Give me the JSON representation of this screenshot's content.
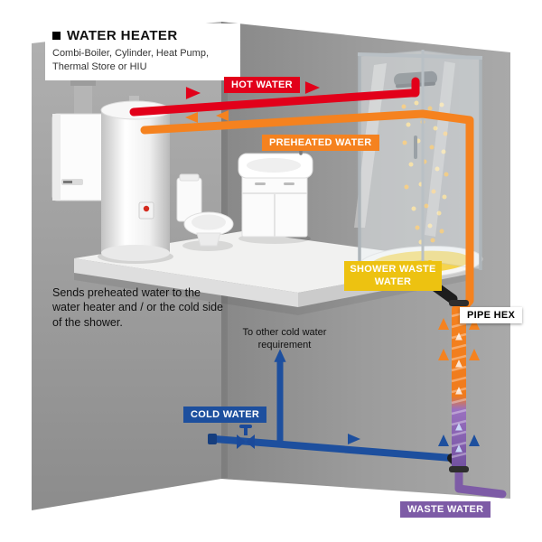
{
  "header": {
    "title": "WATER HEATER",
    "subtitle": "Combi-Boiler, Cylinder, Heat Pump, Thermal Store or HIU"
  },
  "labels": {
    "hot_water": "HOT WATER",
    "preheated_water": "PREHEATED WATER",
    "shower_waste_water": "SHOWER WASTE WATER",
    "pipe_hex": "PIPE HEX",
    "cold_water": "COLD WATER",
    "waste_water": "WASTE WATER"
  },
  "annotations": {
    "description": "Sends preheated water to the water heater and / or the cold side of the shower.",
    "cold_branch_note": "To other cold water requirement"
  },
  "scene": {
    "equipment": [
      "combi-boiler",
      "hot-water-cylinder",
      "toilet",
      "sink-cabinet",
      "shower-enclosure",
      "shower-tray",
      "pipe-hex-unit"
    ]
  },
  "colors": {
    "hot_water": "#e2001a",
    "preheated_water": "#f5821f",
    "shower_waste_water": "#edc211",
    "cold_water": "#1d4f9e",
    "waste_water": "#7d5ba6",
    "pipe_hex_label_bg": "#ffffff",
    "pipe_hex_label_text": "#000000",
    "wall_gray": "#9a9a9a"
  }
}
